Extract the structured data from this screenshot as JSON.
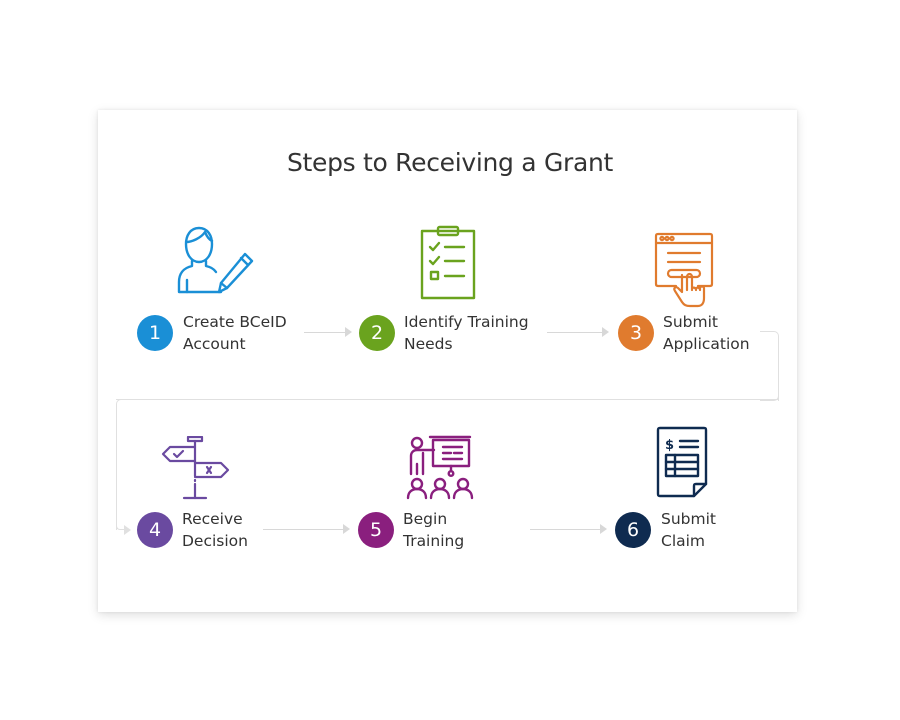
{
  "title": "Steps to Receiving a Grant",
  "steps": [
    {
      "number": "1",
      "line1": "Create BCeID",
      "line2": "Account",
      "color": "#1a8fd6",
      "icon": "user-edit-icon"
    },
    {
      "number": "2",
      "line1": "Identify Training",
      "line2": "Needs",
      "color": "#6aa31e",
      "icon": "checklist-clipboard-icon"
    },
    {
      "number": "3",
      "line1": "Submit",
      "line2": "Application",
      "color": "#e07b2e",
      "icon": "web-form-click-icon"
    },
    {
      "number": "4",
      "line1": "Receive",
      "line2": "Decision",
      "color": "#6a4aa0",
      "icon": "signpost-decision-icon"
    },
    {
      "number": "5",
      "line1": "Begin",
      "line2": "Training",
      "color": "#8a1f7e",
      "icon": "presentation-training-icon"
    },
    {
      "number": "6",
      "line1": "Submit",
      "line2": "Claim",
      "color": "#0f2b50",
      "icon": "invoice-claim-icon"
    }
  ]
}
